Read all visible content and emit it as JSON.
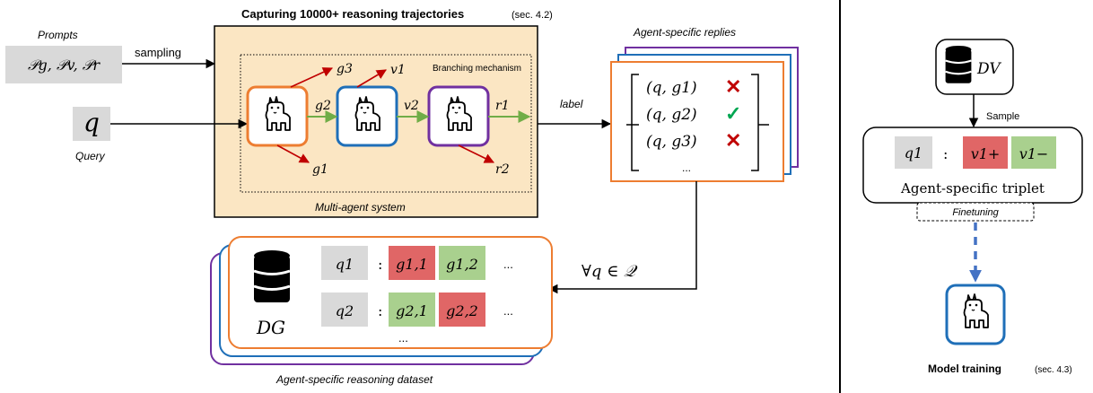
{
  "header": {
    "title": "Capturing 10000+ reasoning trajectories",
    "section": "(sec. 4.2)"
  },
  "inputs": {
    "prompts_label": "Prompts",
    "prompts_math": "𝒫g, 𝒫v, 𝒫r",
    "query_symbol": "q",
    "query_label": "Query",
    "sampling_label": "sampling"
  },
  "mas": {
    "branching_label": "Branching mechanism",
    "system_label": "Multi-agent system",
    "edge_g2": "g2",
    "edge_v2": "v2",
    "edge_r1": "r1",
    "branch_g3": "g3",
    "branch_v1": "v1",
    "branch_g1": "g1",
    "branch_r2": "r2"
  },
  "replies": {
    "title": "Agent-specific replies",
    "label_arrow": "label",
    "rows": [
      {
        "text": "(q, g1)",
        "mark": "✕",
        "correct": false
      },
      {
        "text": "(q, g2)",
        "mark": "✓",
        "correct": true
      },
      {
        "text": "(q, g3)",
        "mark": "✕",
        "correct": false
      }
    ],
    "ellipsis": "..."
  },
  "dataset": {
    "forall": "∀q ∈ 𝒬",
    "db_label": "DG",
    "rows": [
      {
        "q": "q1",
        "cells": [
          {
            "text": "g1,1",
            "status": "wrong"
          },
          {
            "text": "g1,2",
            "status": "right"
          }
        ],
        "more": "..."
      },
      {
        "q": "q2",
        "cells": [
          {
            "text": "g2,1",
            "status": "right"
          },
          {
            "text": "g2,2",
            "status": "wrong"
          }
        ],
        "more": "..."
      }
    ],
    "ellipsis": "...",
    "caption": "Agent-specific reasoning dataset"
  },
  "training": {
    "db_label": "DV",
    "sample_label": "Sample",
    "q": "q1",
    "v_plus": "v1+",
    "v_minus": "v1−",
    "triplet_label": "Agent-specific triplet",
    "finetuning_label": "Finetuning",
    "title": "Model training",
    "section": "(sec. 4.3)"
  },
  "colors": {
    "panel_fill": "#fbe6c3",
    "agent_orange": "#ed7d31",
    "agent_blue": "#1f6fb8",
    "agent_purple": "#7030a0",
    "arrow_green": "#70ad47",
    "arrow_red": "#c00000",
    "cell_red": "#e06666",
    "cell_green": "#a9d08e",
    "cell_gray": "#d9d9d9",
    "check_green": "#00a651",
    "cross_red": "#c00000",
    "dashed_blue": "#4472c4"
  }
}
